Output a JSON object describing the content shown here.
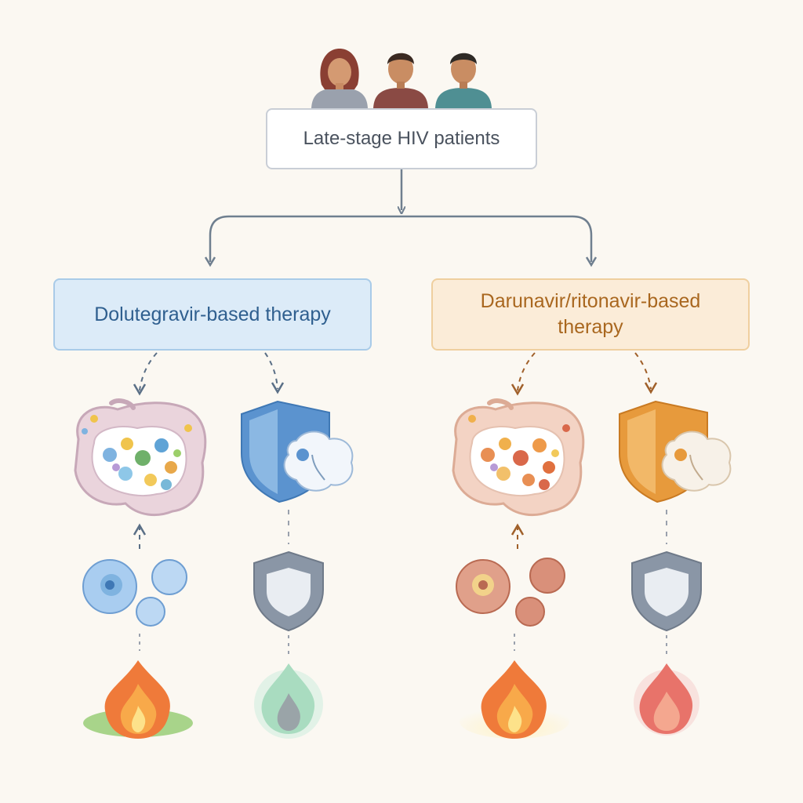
{
  "root": {
    "label": "Late-stage HIV patients"
  },
  "branches": [
    {
      "label": "Dolutegravir-based therapy",
      "accent": "#2f5f8f",
      "fill": "#dcebf8",
      "border": "#a9cbe8"
    },
    {
      "label": "Darunavir/ritonavir-based therapy",
      "accent": "#a9671f",
      "fill": "#fbecd8",
      "border": "#efcf9f"
    }
  ],
  "icons": {
    "patients": [
      "patient-woman-icon",
      "patient-man-icon",
      "patient-man-icon"
    ],
    "left_column": [
      "gut-microbiome-icon",
      "immune-cells-icon",
      "inflammation-fire-icon"
    ],
    "right_column": [
      "gut-barrier-shield-icon",
      "shield-icon",
      "inflammation-fire-icon"
    ]
  },
  "colors": {
    "background": "#fbf8f2",
    "connector": "#6f7f8f",
    "shield_grey": "#8a96a6"
  }
}
